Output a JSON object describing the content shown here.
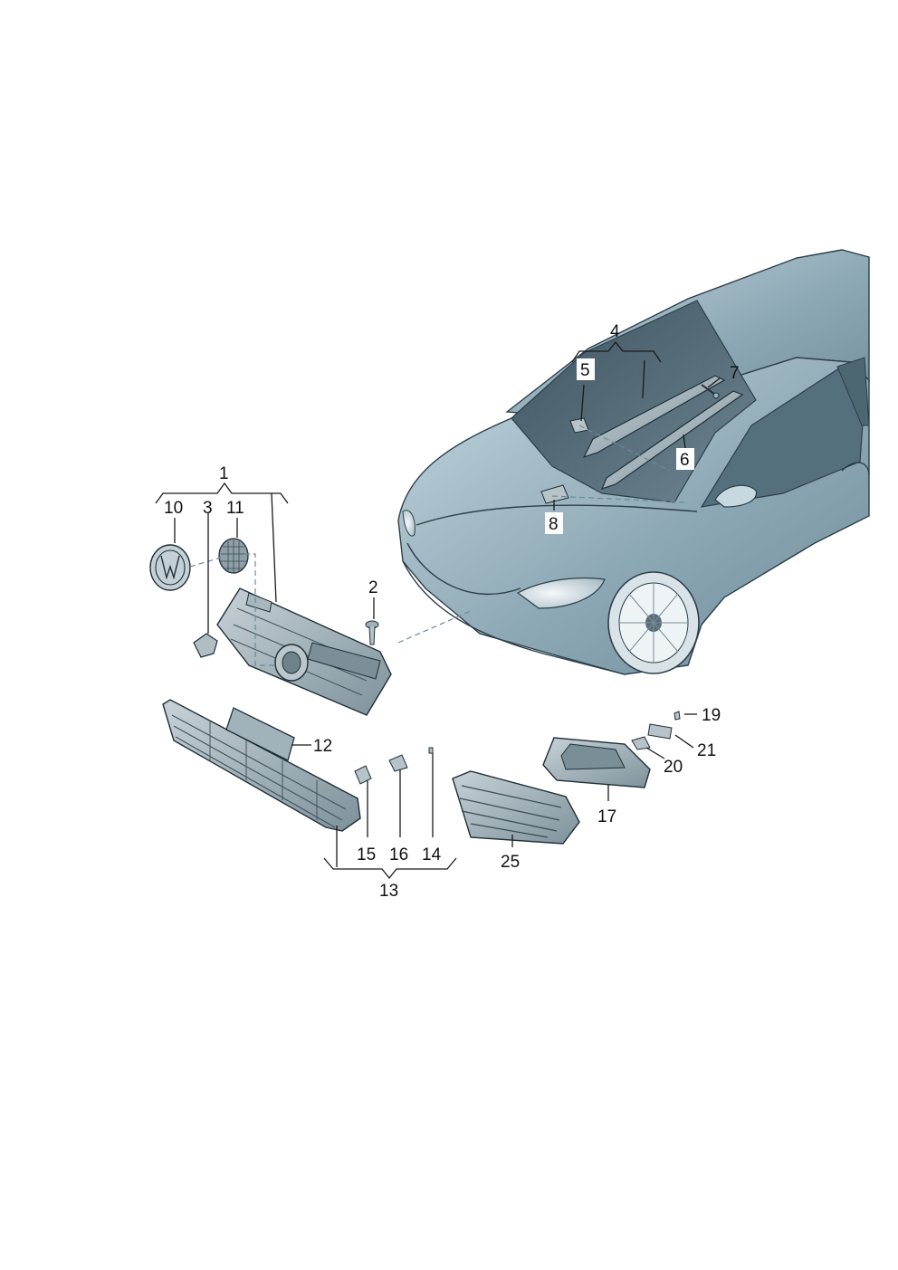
{
  "diagram": {
    "colors": {
      "body": "#8aa7b4",
      "body_light": "#b4cbd5",
      "glass": "#4f6874",
      "part": "#9fb0b8",
      "part_dark": "#5b6e78",
      "line": "#1a1a1a"
    },
    "callouts": {
      "c1": "1",
      "c2": "2",
      "c3": "3",
      "c4": "4",
      "c5": "5",
      "c6": "6",
      "c7": "7",
      "c8": "8",
      "c10": "10",
      "c11": "11",
      "c12": "12",
      "c13": "13",
      "c14": "14",
      "c15": "15",
      "c16": "16",
      "c17": "17",
      "c19": "19",
      "c20": "20",
      "c21": "21",
      "c25": "25"
    }
  }
}
